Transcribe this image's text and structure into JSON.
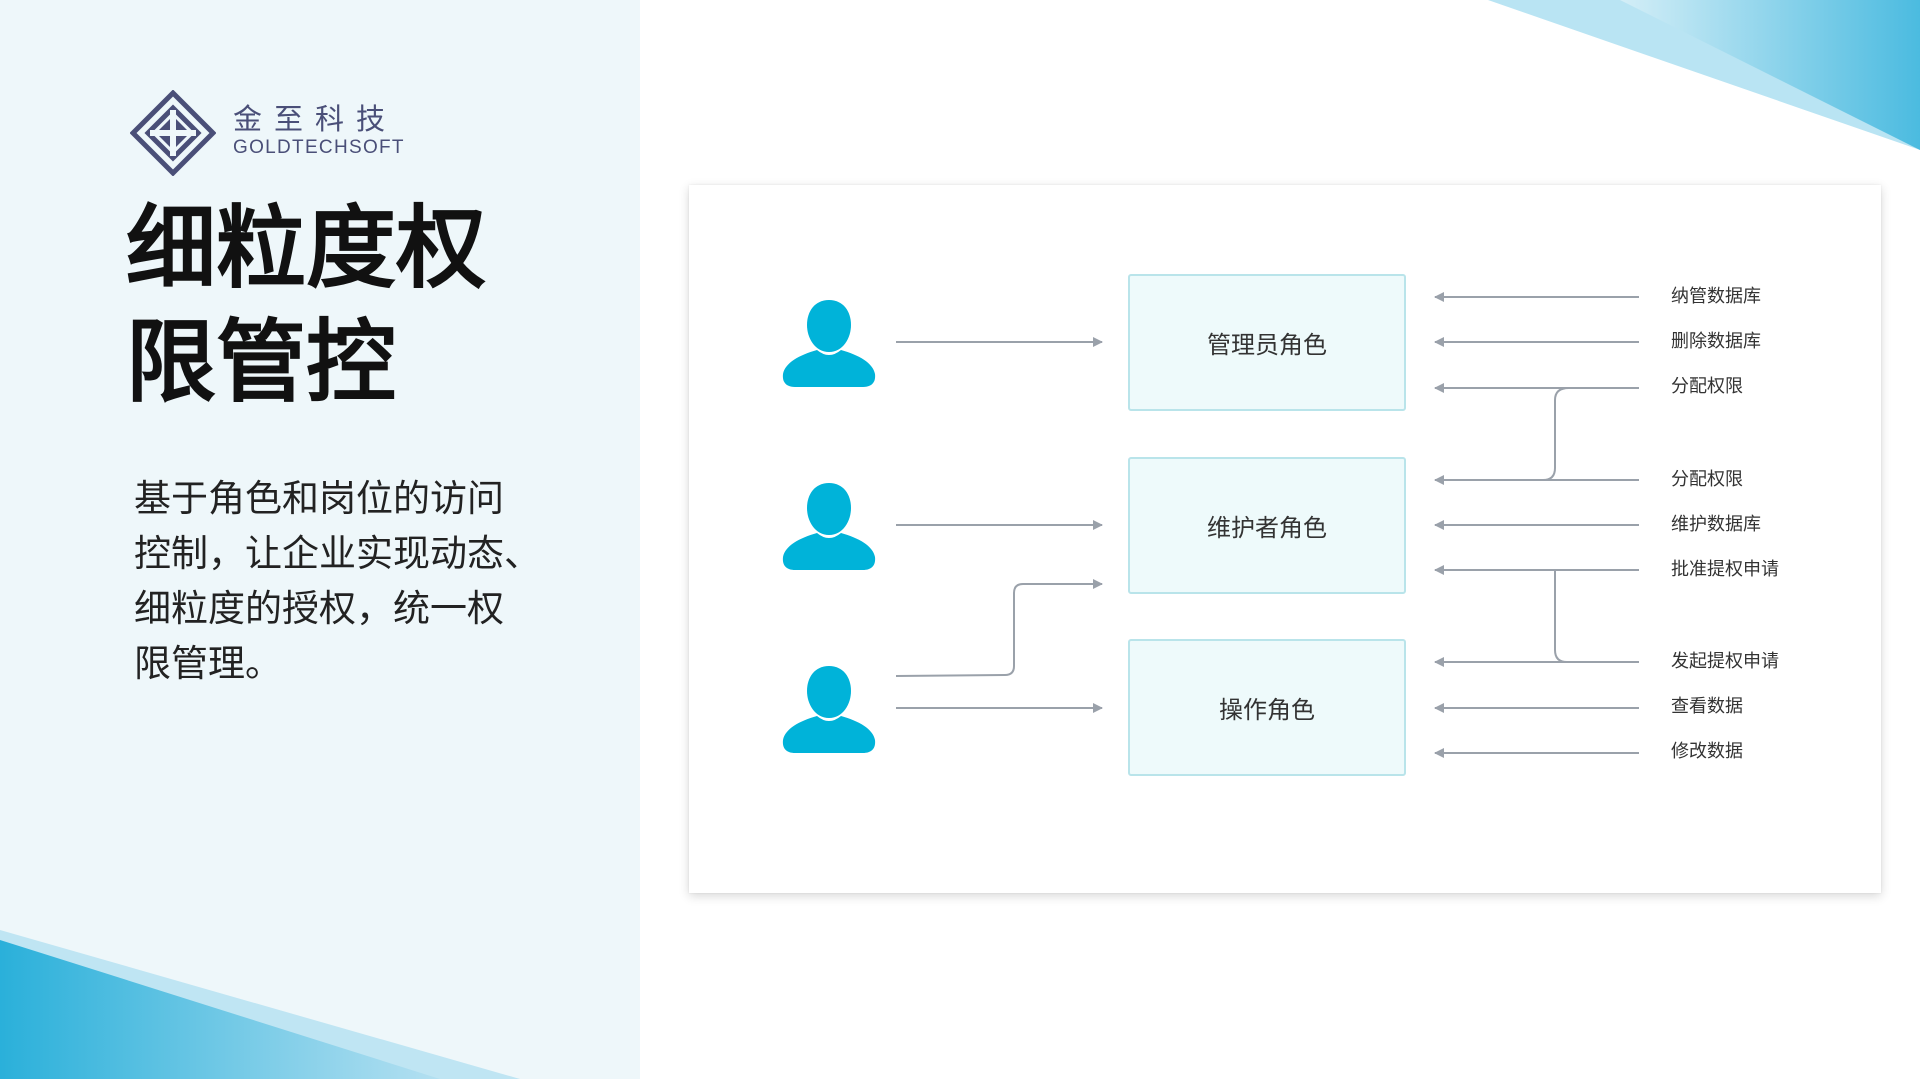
{
  "logo": {
    "name_cn": "金至科技",
    "name_en": "GOLDTECHSOFT"
  },
  "title": {
    "line1": "细粒度权",
    "line2": "限管控"
  },
  "description": {
    "line1": "基于角色和岗位的访问",
    "line2": "控制，让企业实现动态、",
    "line3": "细粒度的授权，统一权",
    "line4": "限管理。"
  },
  "diagram": {
    "users": [
      "user-1",
      "user-2",
      "user-3"
    ],
    "roles": [
      {
        "label": "管理员角色"
      },
      {
        "label": "维护者角色"
      },
      {
        "label": "操作角色"
      }
    ],
    "permissions": [
      {
        "label": "纳管数据库"
      },
      {
        "label": "删除数据库"
      },
      {
        "label": "分配权限"
      },
      {
        "label": "分配权限"
      },
      {
        "label": "维护数据库"
      },
      {
        "label": "批准提权申请"
      },
      {
        "label": "发起提权申请"
      },
      {
        "label": "查看数据"
      },
      {
        "label": "修改数据"
      }
    ]
  },
  "colors": {
    "accent": "#00b3d9",
    "role_fill": "#eefafb",
    "role_border": "#b9e4ea",
    "arrow": "#9aa1aa",
    "left_bg": "#eef7fa",
    "logo": "#4a4f78"
  }
}
